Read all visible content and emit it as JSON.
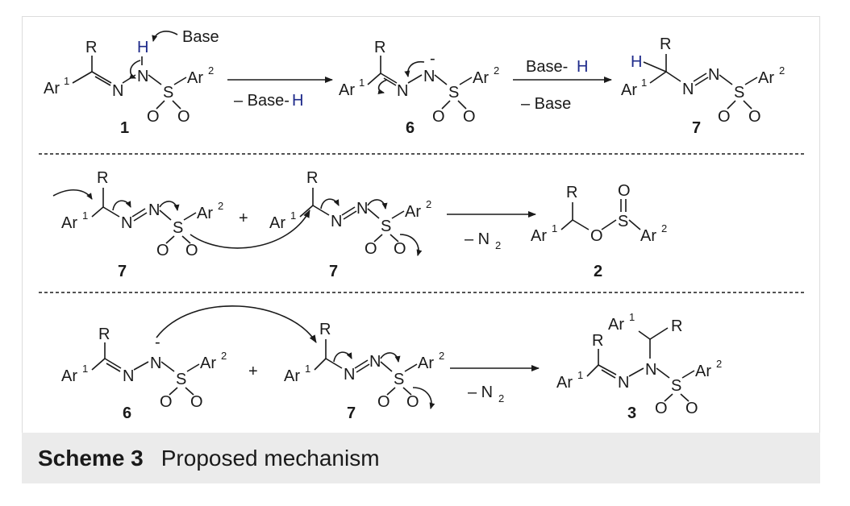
{
  "caption": {
    "label": "Scheme 3",
    "text": "Proposed mechanism"
  },
  "atoms": {
    "R": "R",
    "Ar": "Ar",
    "N": "N",
    "S": "S",
    "O": "O",
    "H": "H",
    "sup1": "1",
    "sup2": "2",
    "minus": "-",
    "plus": "+"
  },
  "row1": {
    "base": "Base",
    "arrow1_below": "– Base-",
    "arrow1_below_h": "H",
    "arrow2_above": "Base-",
    "arrow2_above_h": "H",
    "arrow2_below": "– Base",
    "labels": [
      "1",
      "6",
      "7"
    ]
  },
  "row2": {
    "arrow_below": "– N",
    "arrow_below_sub": "2",
    "labels": [
      "7",
      "7",
      "2"
    ]
  },
  "row3": {
    "arrow_below": "– N",
    "arrow_below_sub": "2",
    "labels": [
      "6",
      "7",
      "3"
    ]
  }
}
